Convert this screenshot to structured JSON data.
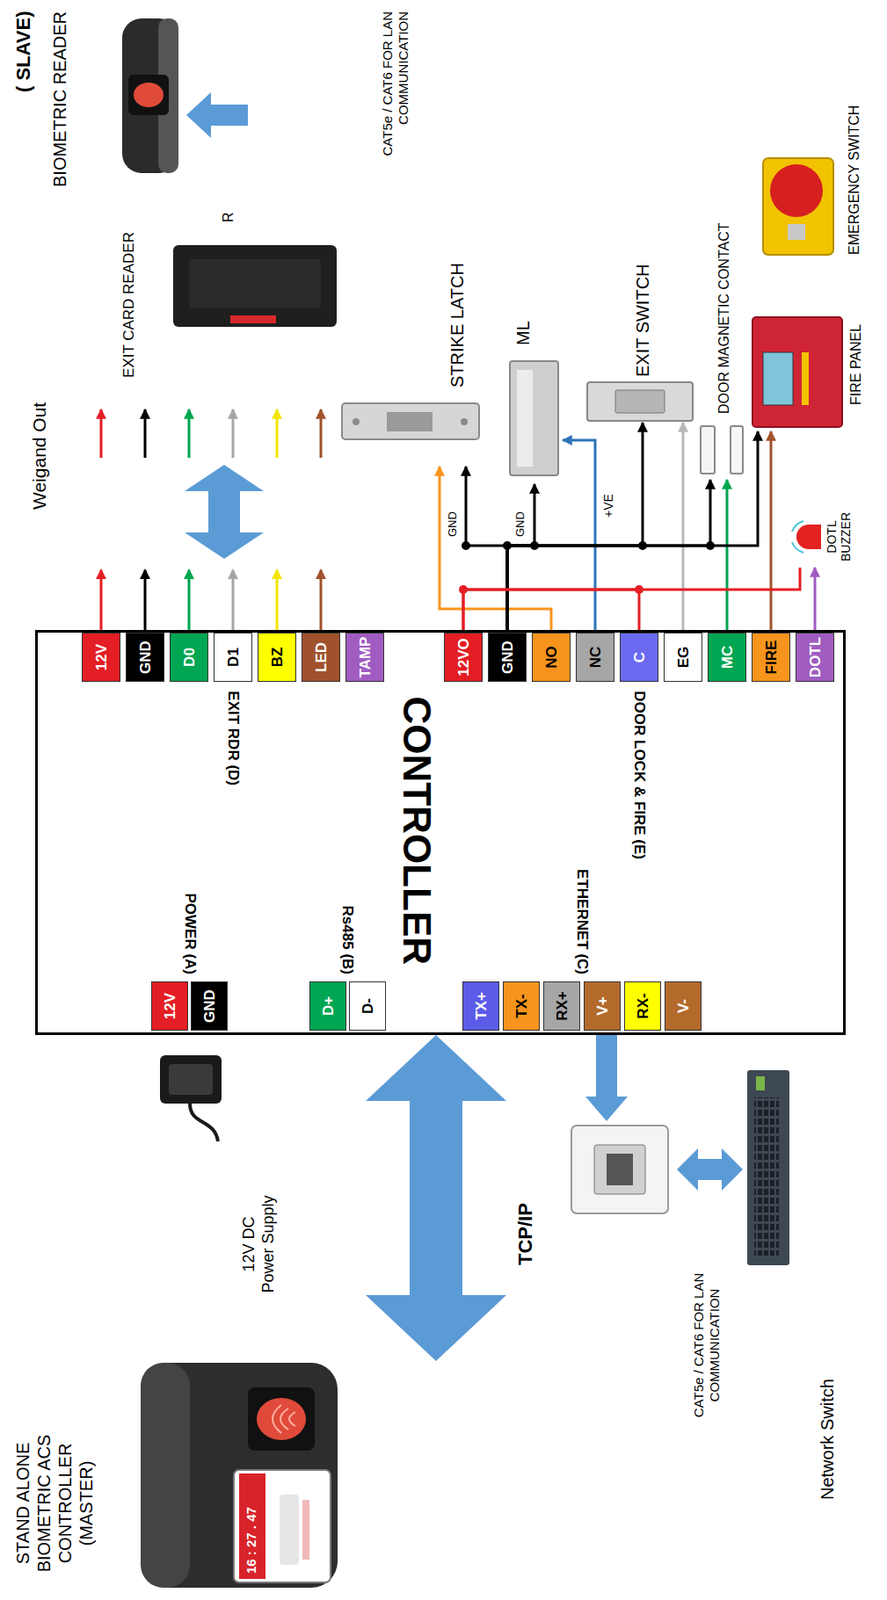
{
  "diagram": {
    "nodes": [
      {
        "text": [
          "STAND ALONE BIOMETRIC ACS CONTROLLER (MASTER)"
        ]
      },
      {
        "text": [
          "12V DC Power Supply"
        ]
      },
      {
        "text": [
          "TCP/IP"
        ]
      },
      {
        "text": [
          "Network Switch"
        ]
      },
      {
        "text": [
          "CONTROLLER"
        ]
      },
      {
        "text": [
          "12V"
        ],
        "in": 4
      },
      {
        "text": [
          "GND"
        ],
        "in": 4
      },
      {
        "text": [
          "D+"
        ],
        "in": 4
      },
      {
        "text": [
          "D-"
        ],
        "in": 4
      },
      {
        "text": [
          "TX+"
        ],
        "in": 4
      },
      {
        "text": [
          "TX-"
        ],
        "in": 4
      },
      {
        "text": [
          "RX+"
        ],
        "in": 4
      },
      {
        "text": [
          "V+"
        ],
        "in": 4
      },
      {
        "text": [
          "RX-"
        ],
        "in": 4
      },
      {
        "text": [
          "V-"
        ],
        "in": 4
      },
      {
        "text": [
          "12V"
        ],
        "in": 4
      },
      {
        "text": [
          "GND"
        ],
        "in": 4
      },
      {
        "text": [
          "D0"
        ],
        "in": 4
      },
      {
        "text": [
          "D1"
        ],
        "in": 4
      },
      {
        "text": [
          "BZ"
        ],
        "in": 4
      },
      {
        "text": [
          "LED"
        ],
        "in": 4
      },
      {
        "text": [
          "TAMP"
        ],
        "in": 4
      },
      {
        "text": [
          "12VO"
        ],
        "in": 4
      },
      {
        "text": [
          "GND"
        ],
        "in": 4
      },
      {
        "text": [
          "NO"
        ],
        "in": 4
      },
      {
        "text": [
          "NC"
        ],
        "in": 4
      },
      {
        "text": [
          "C"
        ],
        "in": 4
      },
      {
        "text": [
          "EG"
        ],
        "in": 4
      },
      {
        "text": [
          "MC"
        ],
        "in": 4
      },
      {
        "text": [
          "FIRE"
        ],
        "in": 4
      },
      {
        "text": [
          "DOTL"
        ],
        "in": 4
      },
      {
        "text": [
          "EXIT CARD READER"
        ]
      },
      {
        "text": [
          "( SLAVE)",
          "BIOMETRIC READER"
        ]
      },
      {
        "text": [
          "STRIKE LATCH"
        ]
      },
      {
        "text": [
          "ML"
        ]
      },
      {
        "text": [
          "EXIT SWITCH"
        ]
      },
      {
        "text": [
          "DOOR MAGNETIC CONTACT"
        ]
      },
      {
        "text": [
          "FIRE PANEL"
        ]
      },
      {
        "text": [
          "EMERGENCY SWITCH"
        ]
      },
      {
        "text": [
          "DOTL BUZZER"
        ]
      }
    ],
    "edges": [
      {
        "from": 0,
        "to": 4,
        "arrow": "both"
      },
      {
        "from": 4,
        "to": 2,
        "arrow": "to"
      },
      {
        "from": 2,
        "to": 3,
        "arrow": "both"
      },
      {
        "from": 15,
        "to": 31,
        "arrow": "to"
      },
      {
        "from": 16,
        "to": 31,
        "arrow": "to"
      },
      {
        "from": 17,
        "to": 31,
        "arrow": "to"
      },
      {
        "from": 18,
        "to": 31,
        "arrow": "to"
      },
      {
        "from": 19,
        "to": 31,
        "arrow": "to"
      },
      {
        "from": 20,
        "to": 31,
        "arrow": "to"
      },
      {
        "from": 24,
        "to": 33,
        "arrow": "to"
      },
      {
        "from": 23,
        "to": 33,
        "arrow": "to"
      },
      {
        "from": 23,
        "to": 34,
        "arrow": "to"
      },
      {
        "from": 25,
        "to": 34,
        "arrow": "to"
      },
      {
        "from": 23,
        "to": 35,
        "arrow": "to"
      },
      {
        "from": 27,
        "to": 35,
        "arrow": "to"
      },
      {
        "from": 23,
        "to": 36,
        "arrow": "to"
      },
      {
        "from": 28,
        "to": 36,
        "arrow": "to"
      },
      {
        "from": 23,
        "to": 37,
        "arrow": "to"
      },
      {
        "from": 29,
        "to": 37,
        "arrow": "to"
      },
      {
        "from": 22,
        "to": 26,
        "arrow": "none"
      },
      {
        "from": 22,
        "to": 39,
        "arrow": "none"
      },
      {
        "from": 30,
        "to": 39,
        "arrow": "to"
      }
    ],
    "labels": [
      "Weigand Out",
      "R",
      "CAT5e / CAT6 FOR LAN COMMUNICATION",
      "POWER (A)",
      "Rs485 (B)",
      "ETHERNET (C)",
      "EXIT RDR (D)",
      "DOOR LOCK & FIRE (E)",
      "GND",
      "GND",
      "+VE",
      "CAT5e / CAT6 FOR LAN COMMUNICATION",
      "16 : 27 . 47"
    ]
  }
}
